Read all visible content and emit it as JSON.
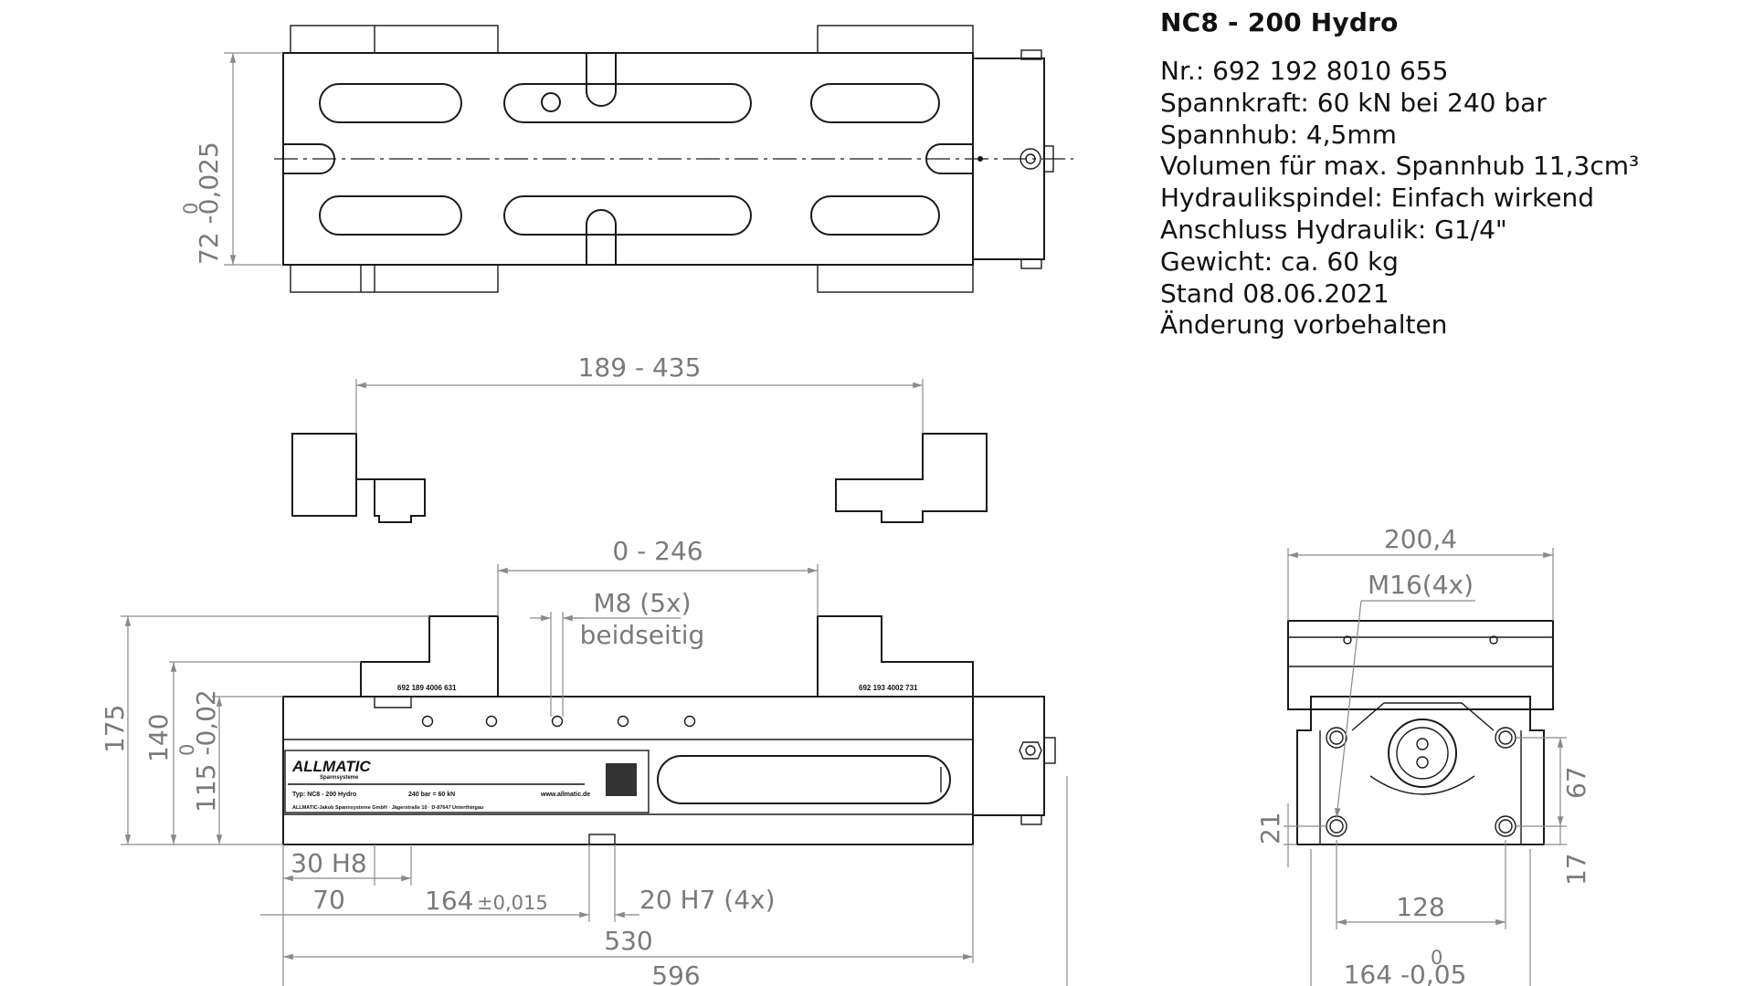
{
  "product": {
    "title": "NC8 - 200 Hydro",
    "specs": [
      "Nr.: 692 192 8010 655",
      "Spannkraft: 60 kN bei 240 bar",
      "Spannhub: 4,5mm",
      "Volumen für max. Spannhub 11,3cm³",
      "Hydraulikspindel: Einfach wirkend",
      "Anschluss Hydraulik: G1/4\"",
      "Gewicht: ca. 60 kg",
      "Stand 08.06.2021",
      "Änderung vorbehalten"
    ]
  },
  "top_view": {
    "width_tol_upper": "0",
    "width_dim": "72 -0,025"
  },
  "jaws_view": {
    "span_dim": "189 - 435"
  },
  "side_view": {
    "opening_dim": "0 - 246",
    "thread_dim": "M8 (5x)",
    "thread_note": "beidseitig",
    "height_total": "175",
    "height_jaw": "140",
    "height_tol_upper": "0",
    "height_body": "115 -0,02",
    "fit_dim": "30 H8",
    "offset_dim": "70",
    "pitch_dim": "164",
    "pitch_tol": "±0,015",
    "key_dim": "20 H7 (4x)",
    "base_length": "530",
    "total_length": "596",
    "jaw_left_number": "692 189 4006 631",
    "jaw_right_number": "692 193 4002 731",
    "label": {
      "brand": "ALLMATIC",
      "brand_sub": "Spannsysteme",
      "type": "Typ: NC8 - 200 Hydro",
      "rating": "240 bar = 60 kN",
      "web": "www.allmatic.de",
      "company": "ALLMATIC-Jakob Spannsysteme GmbH · Jägerstraße 10 · D-87647 Unterthingau"
    }
  },
  "end_view": {
    "width_dim": "200,4",
    "thread_dim": "M16(4x)",
    "right_height": "67",
    "right_low": "17",
    "left_height": "21",
    "hole_spacing": "128",
    "base_tol_upper": "0",
    "base_width": "164 -0,05"
  }
}
